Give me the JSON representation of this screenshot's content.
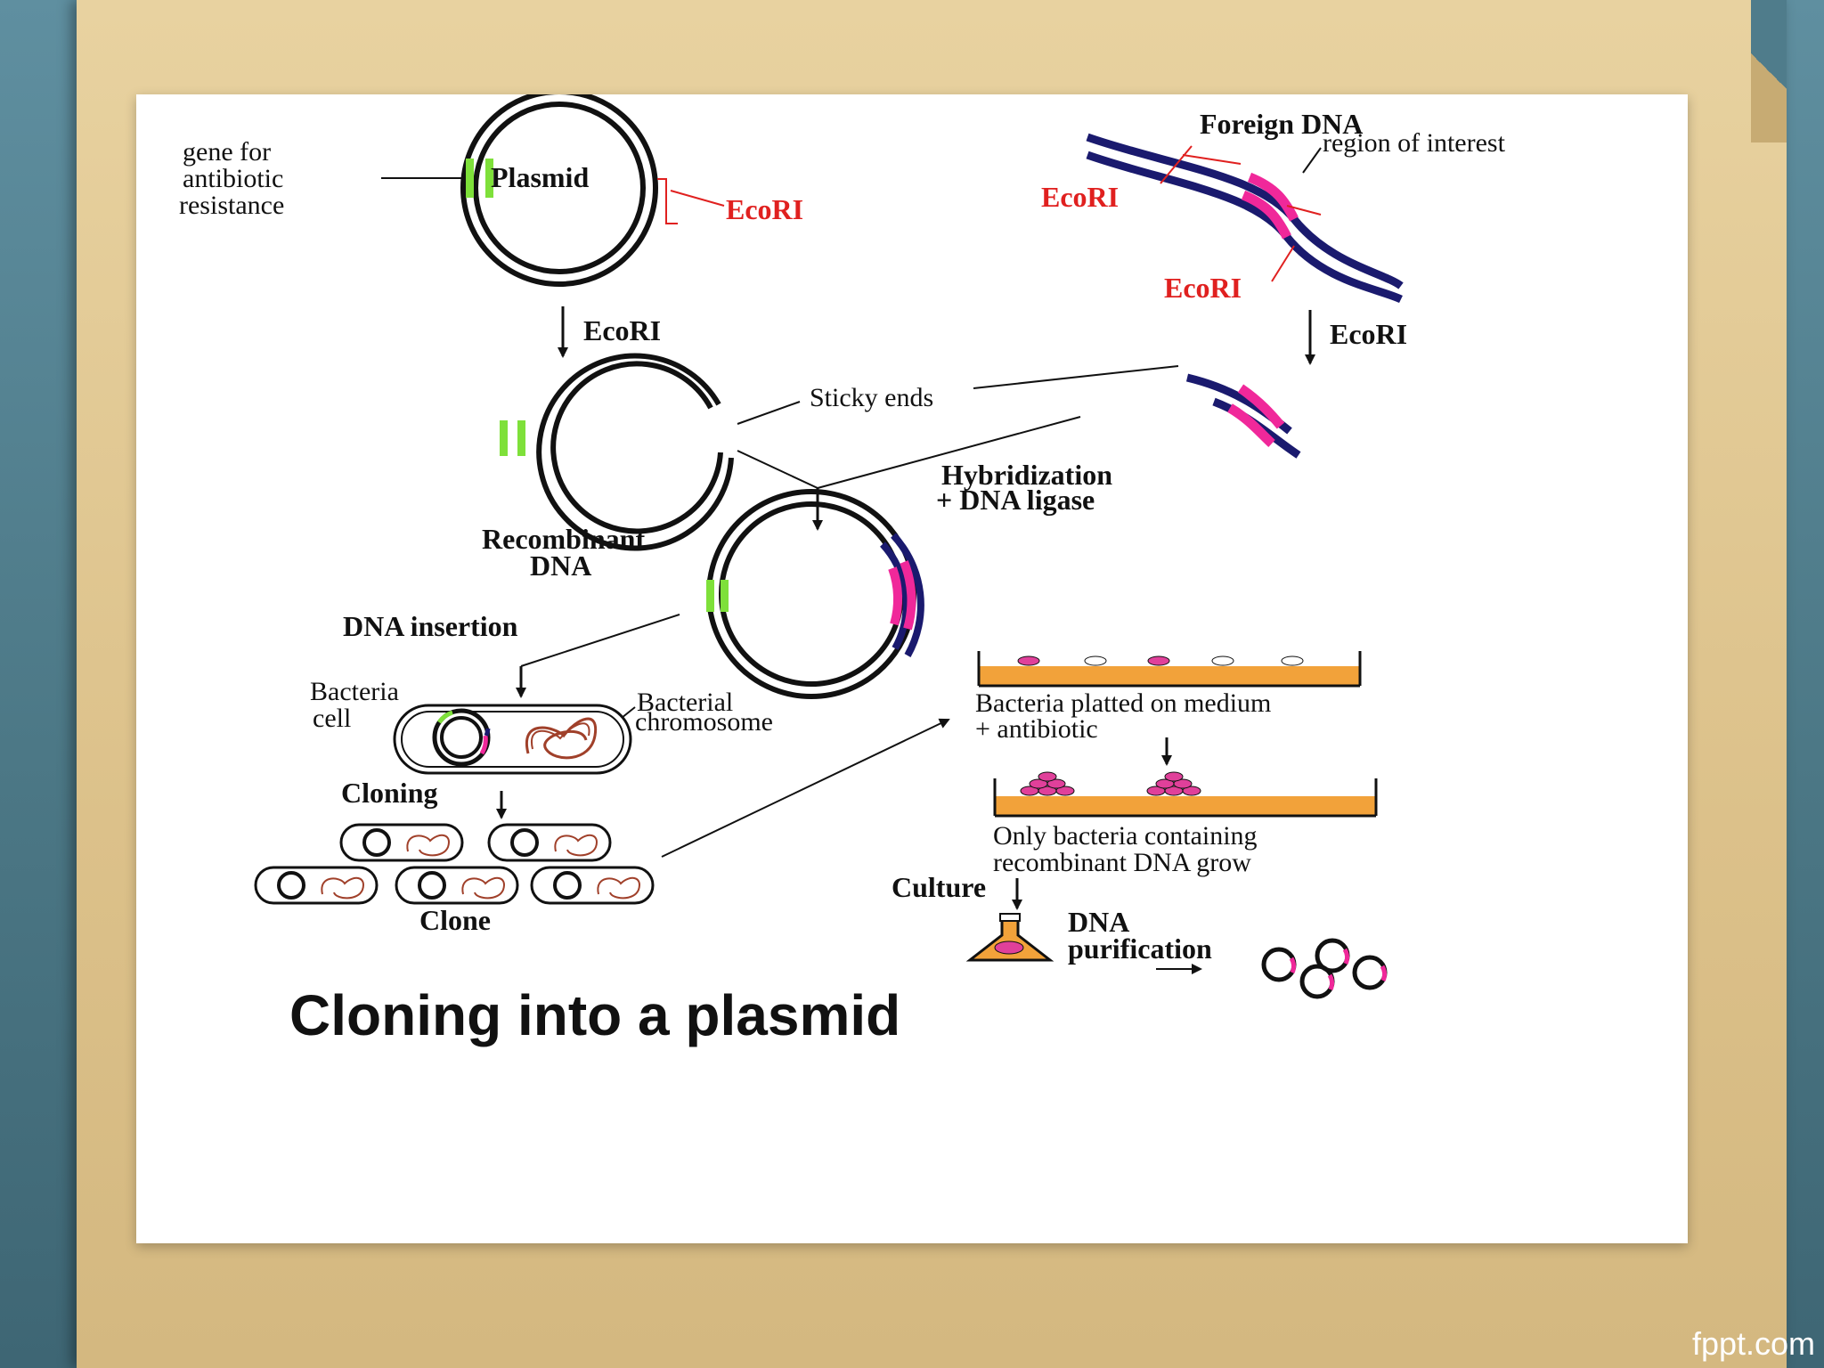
{
  "labels": {
    "gene_for": "gene for",
    "antibiotic": "antibiotic",
    "resistance": "resistance",
    "plasmid": "Plasmid",
    "ecori": "EcoRI",
    "foreign_dna": "Foreign DNA",
    "region_of_interest": "region of interest",
    "sticky_ends": "Sticky ends",
    "hybridization": "Hybridization",
    "dna_ligase": "+ DNA ligase",
    "recombinant": "Recombinant",
    "dna": "DNA",
    "dna_insertion": "DNA insertion",
    "bacteria": "Bacteria",
    "cell": "cell",
    "bacterial": "Bacterial",
    "chromosome": "chromosome",
    "cloning": "Cloning",
    "clone": "Clone",
    "platted_1": "Bacteria platted on medium",
    "platted_2": "+ antibiotic",
    "only_1": "Only bacteria containing",
    "only_2": "recombinant DNA grow",
    "culture": "Culture",
    "purification": "purification"
  },
  "title": "Cloning into a plasmid",
  "brand": "fppt.com",
  "colors": {
    "dna_strand": "#1a1a6e",
    "insert": "#f0289a",
    "resistance_gene": "#7ee03a",
    "restriction_site": "#e0201f",
    "medium": "#f2a23a",
    "colony": "#e0409a",
    "chromosome": "#a0402a"
  }
}
